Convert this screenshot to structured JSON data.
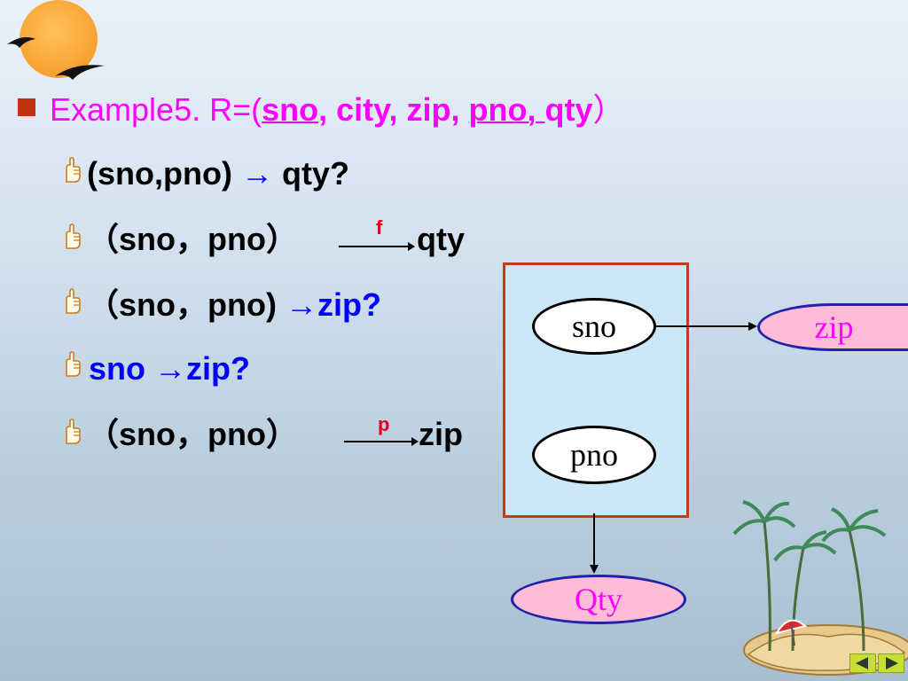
{
  "title": {
    "prefix": "Example5. R=(",
    "sno": "sno",
    "comma1": ", city, zip, ",
    "pno": "pno, ",
    "qty": "qty",
    "close": "）"
  },
  "lines": [
    {
      "text": "(sno,pno) ",
      "arrow": "→",
      "tail": " qty?"
    },
    {
      "text": "（sno，pno）",
      "label": "f",
      "tail": "qty"
    },
    {
      "text": "（sno，pno) ",
      "arrow": "→",
      "tail": "zip?"
    },
    {
      "text": "sno ",
      "arrow": "→",
      "tail": "zip?"
    },
    {
      "text": "（sno，pno）",
      "label": "p",
      "tail": " zip"
    }
  ],
  "diagram": {
    "sno": "sno",
    "pno": "pno",
    "zip": "zip",
    "qty": "Qty"
  },
  "colors": {
    "title": "#ff00ff",
    "blue": "#0000ff",
    "label": "#e0001a",
    "box_border": "#c23a1c"
  },
  "icons": [
    "sun-icon",
    "bird-icon",
    "pointing-hand-icon",
    "palm-island-icon",
    "nav-prev-icon",
    "nav-next-icon"
  ]
}
